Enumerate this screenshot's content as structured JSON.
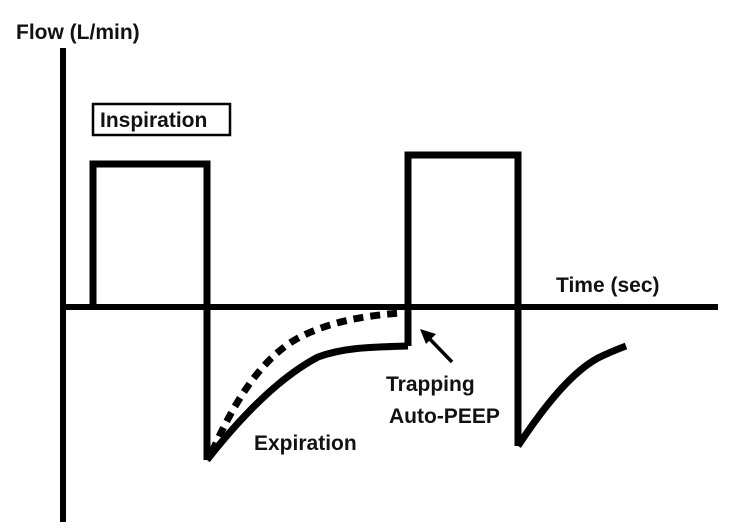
{
  "diagram": {
    "y_axis_label": "Flow (L/min)",
    "x_axis_label": "Time (sec)",
    "labels": {
      "inspiration": "Inspiration",
      "expiration": "Expiration",
      "trapping": "Trapping",
      "auto_peep": "Auto-PEEP"
    },
    "colors": {
      "stroke": "#000000",
      "background": "#ffffff"
    },
    "styles": {
      "normal_expiration_curve": "dashed",
      "trapped_expiration_curve": "solid"
    },
    "icons": [
      "arrow-icon"
    ]
  }
}
